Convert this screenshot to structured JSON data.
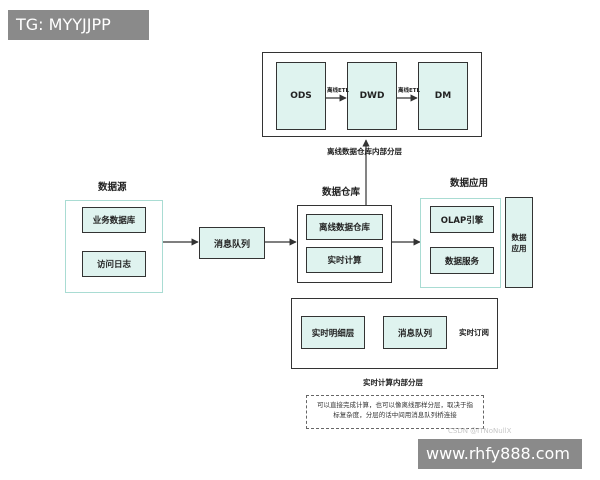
{
  "overlay": {
    "tag_text": "TG: MYYJJPP",
    "url_text": "www.rhfy888.com",
    "watermark": "CSDN @ITNoNullX"
  },
  "diagram": {
    "offline_layers": {
      "ods": "ODS",
      "dwd": "DWD",
      "dm": "DM",
      "arrow_label_1": "离线ETL",
      "arrow_label_2": "离线ETL",
      "caption": "离线数据仓库内部分层"
    },
    "data_source": {
      "title": "数据源",
      "business_db": "业务数据库",
      "access_log": "访问日志"
    },
    "message_queue": "消息队列",
    "data_warehouse": {
      "title": "数据仓库",
      "offline": "离线数据仓库",
      "realtime": "实时计算"
    },
    "data_application": {
      "title": "数据应用",
      "olap": "OLAP引擎",
      "data_service": "数据服务",
      "side": "数据应用"
    },
    "realtime_layers": {
      "detail": "实时明细层",
      "queue": "消息队列",
      "subscription": "实时订阅",
      "caption": "实时计算内部分层"
    },
    "note": "可以直接完成计算，也可以像离线那样分层，取决于指标复杂度，分层的话中间用消息队列桥连接"
  }
}
